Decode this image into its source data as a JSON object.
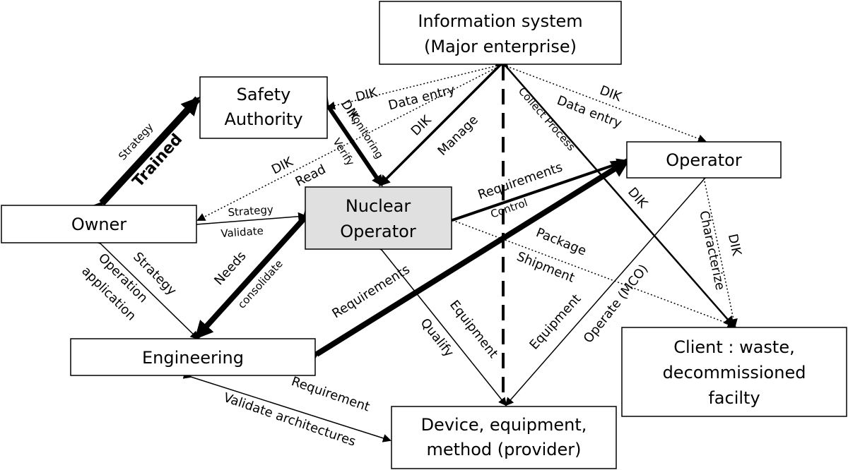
{
  "nodes": {
    "info_system": [
      "Information system",
      "(Major enterprise)"
    ],
    "safety_authority": [
      "Safety",
      "Authority"
    ],
    "operator": [
      "Operator"
    ],
    "owner": [
      "Owner"
    ],
    "nuclear_operator": [
      "Nuclear",
      "Operator"
    ],
    "engineering": [
      "Engineering"
    ],
    "client": [
      "Client : waste,",
      "decommissioned",
      "facilty"
    ],
    "device": [
      "Device, equipment,",
      "method (provider)"
    ]
  },
  "labels": {
    "dik_is_safety": "DIK",
    "data_entry_is_safety": "Data entry",
    "dik_monitoring": "DIK,",
    "monitoring": "Monitoring",
    "verify": "Verify",
    "dik_is_nuc": "DIK",
    "manage": "Manage",
    "collect_process": "Collect Process",
    "dik_is_op": "DIK",
    "data_entry_is_op": "Data entry",
    "strategy_owner_safety": "Strategy",
    "trained": "Trained",
    "dik_read": "DIK",
    "read": "Read",
    "requirements_nuc_op": "Requirements",
    "control": "Control",
    "dik_client": "DIK",
    "characterize": "Characterize",
    "dik_op_client": "DIK",
    "strategy_owner_nuc": "Strategy",
    "validate_owner_nuc": "Validate",
    "strategy_owner_eng": "Strategy",
    "operation": "Operation",
    "application": "application",
    "needs": "Needs",
    "consolidate": "consolidate",
    "requirements_eng_op": "Requirements",
    "package": "Package",
    "shipment": "Shipment",
    "equipment_nuc_dev": "Equipment",
    "qualify": "Qualify",
    "equipment_dev_op": "Equipment",
    "operate_mco": "Operate (MCO)",
    "requirement_eng_dev": "Requirement",
    "validate_architectures": "Validate  architectures"
  }
}
